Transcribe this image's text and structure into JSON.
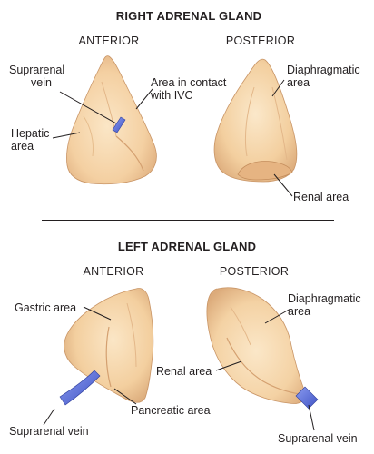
{
  "right_gland": {
    "title": "RIGHT ADRENAL GLAND",
    "anterior": {
      "view_label": "ANTERIOR",
      "labels": {
        "suprarenal_vein_line1": "Suprarenal",
        "suprarenal_vein_line2": "vein",
        "ivc_line1": "Area in contact",
        "ivc_line2": "with IVC",
        "hepatic_line1": "Hepatic",
        "hepatic_line2": "area"
      }
    },
    "posterior": {
      "view_label": "POSTERIOR",
      "labels": {
        "diaphragmatic_line1": "Diaphragmatic",
        "diaphragmatic_line2": "area",
        "renal": "Renal area"
      }
    }
  },
  "left_gland": {
    "title": "LEFT ADRENAL GLAND",
    "anterior": {
      "view_label": "ANTERIOR",
      "labels": {
        "gastric": "Gastric area",
        "pancreatic": "Pancreatic area",
        "suprarenal_vein": "Suprarenal vein"
      }
    },
    "posterior": {
      "view_label": "POSTERIOR",
      "labels": {
        "diaphragmatic_line1": "Diaphragmatic",
        "diaphragmatic_line2": "area",
        "renal": "Renal area",
        "suprarenal_vein": "Suprarenal vein"
      }
    }
  },
  "colors": {
    "gland_fill": "#f4d2a4",
    "gland_light": "#fbe7c8",
    "gland_shadow": "#d9a878",
    "vein": "#5b6fd8",
    "leader_line": "#231f20"
  }
}
